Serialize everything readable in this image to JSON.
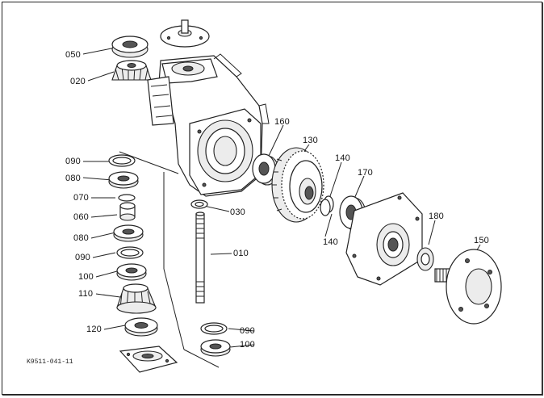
{
  "figure": {
    "drawing_code": "K9511-041-11"
  },
  "labels": [
    {
      "id": "050",
      "text": "050"
    },
    {
      "id": "020",
      "text": "020"
    },
    {
      "id": "160",
      "text": "160"
    },
    {
      "id": "130",
      "text": "130"
    },
    {
      "id": "140a",
      "text": "140"
    },
    {
      "id": "170",
      "text": "170"
    },
    {
      "id": "140b",
      "text": "140"
    },
    {
      "id": "090a",
      "text": "090"
    },
    {
      "id": "080a",
      "text": "080"
    },
    {
      "id": "070",
      "text": "070"
    },
    {
      "id": "060",
      "text": "060"
    },
    {
      "id": "080b",
      "text": "080"
    },
    {
      "id": "090b",
      "text": "090"
    },
    {
      "id": "100a",
      "text": "100"
    },
    {
      "id": "110",
      "text": "110"
    },
    {
      "id": "120",
      "text": "120"
    },
    {
      "id": "030",
      "text": "030"
    },
    {
      "id": "010",
      "text": "010"
    },
    {
      "id": "180",
      "text": "180"
    },
    {
      "id": "150",
      "text": "150"
    },
    {
      "id": "090c",
      "text": "090"
    },
    {
      "id": "100b",
      "text": "100"
    }
  ]
}
